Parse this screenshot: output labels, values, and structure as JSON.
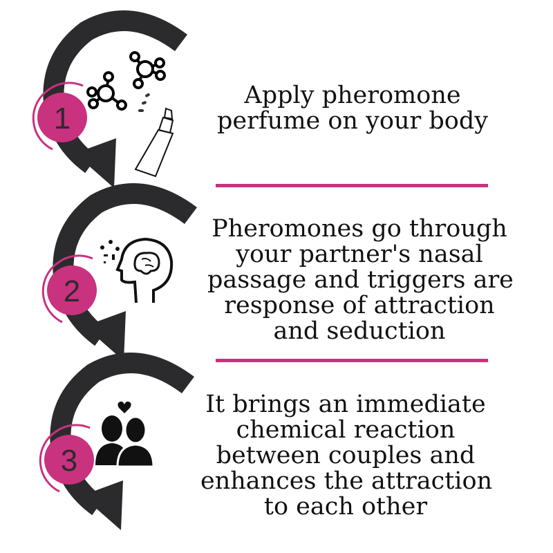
{
  "colors": {
    "accent": "#c8327f",
    "arrow": "#2b2b2d"
  },
  "steps": [
    {
      "number": "1",
      "icon": "molecules-spray-bottle-icon",
      "lines": [
        "Apply pheromone",
        "perfume on your body"
      ]
    },
    {
      "number": "2",
      "icon": "head-brain-icon",
      "lines": [
        "Pheromones go through",
        "your partner's nasal",
        "passage and triggers are",
        "response of attraction",
        "and seduction"
      ]
    },
    {
      "number": "3",
      "icon": "couple-heart-icon",
      "lines": [
        "It brings an immediate",
        "chemical reaction",
        "between couples and",
        "enhances the attraction",
        "to each other"
      ]
    }
  ]
}
